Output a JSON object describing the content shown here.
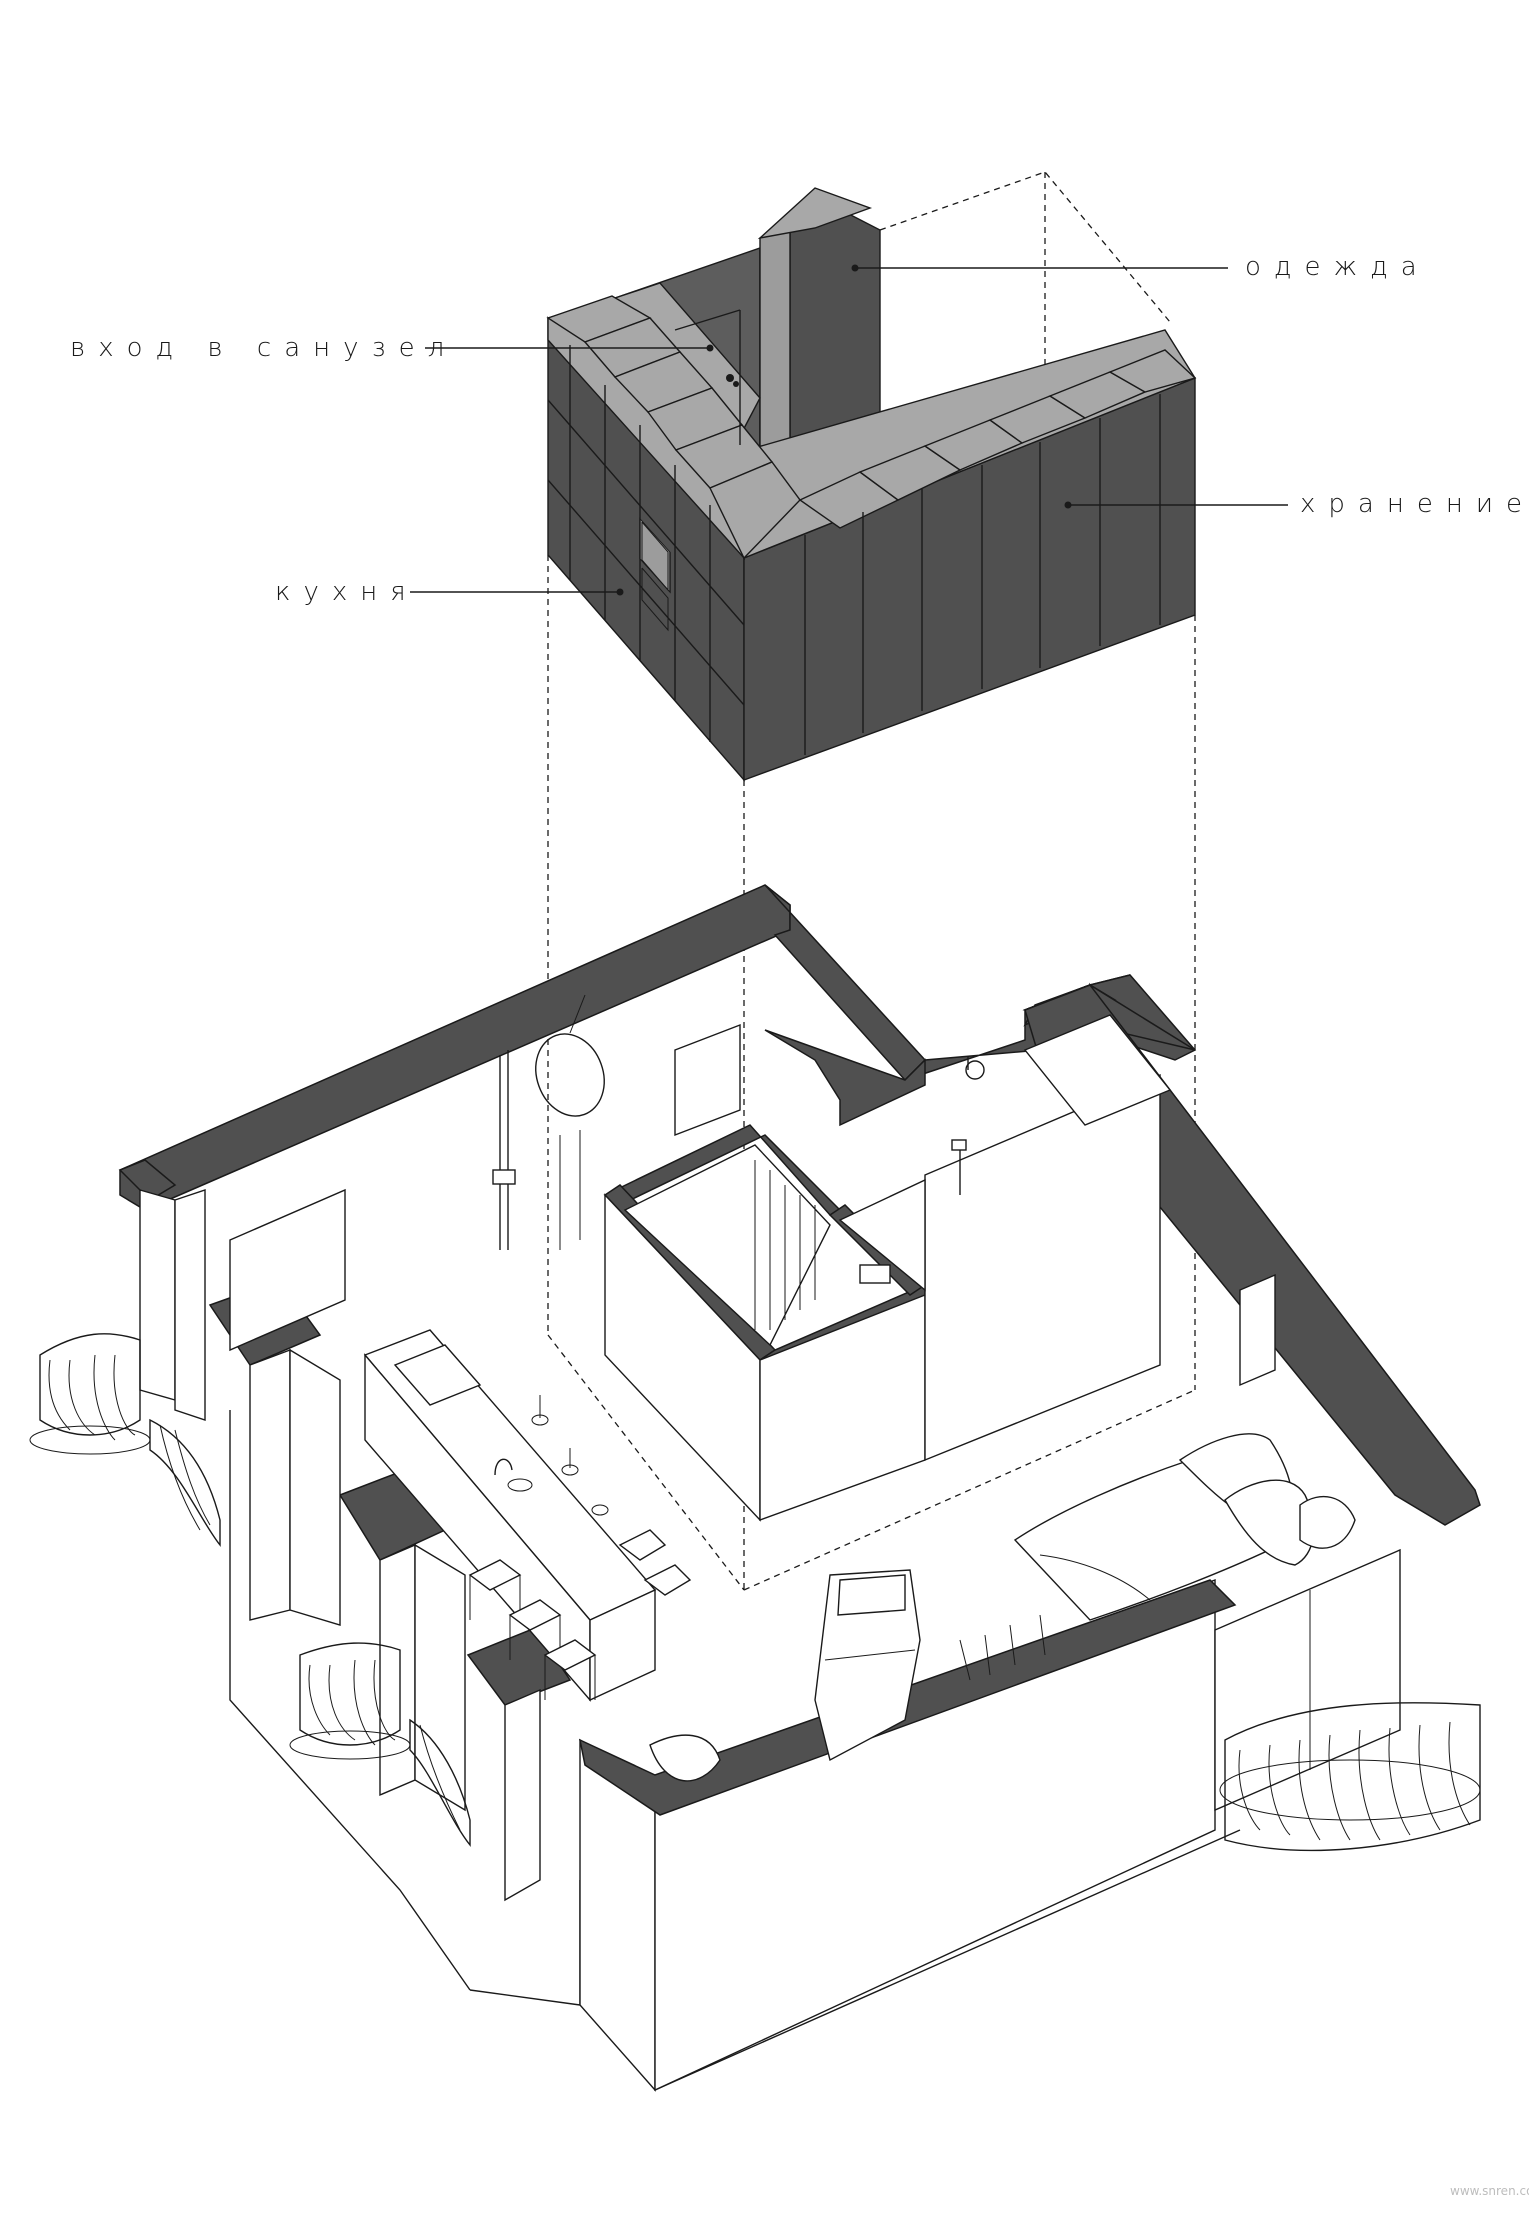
{
  "labels": {
    "bathroom_entrance": "вход в санузел",
    "clothes": "одежда",
    "storage": "хранение",
    "kitchen": "кухня"
  },
  "watermark": "www.snren.com",
  "colors": {
    "wall_fill": "#505050",
    "cabinet_top": "#a8a8a8",
    "line": "#1a1a1a",
    "background": "#ffffff"
  }
}
